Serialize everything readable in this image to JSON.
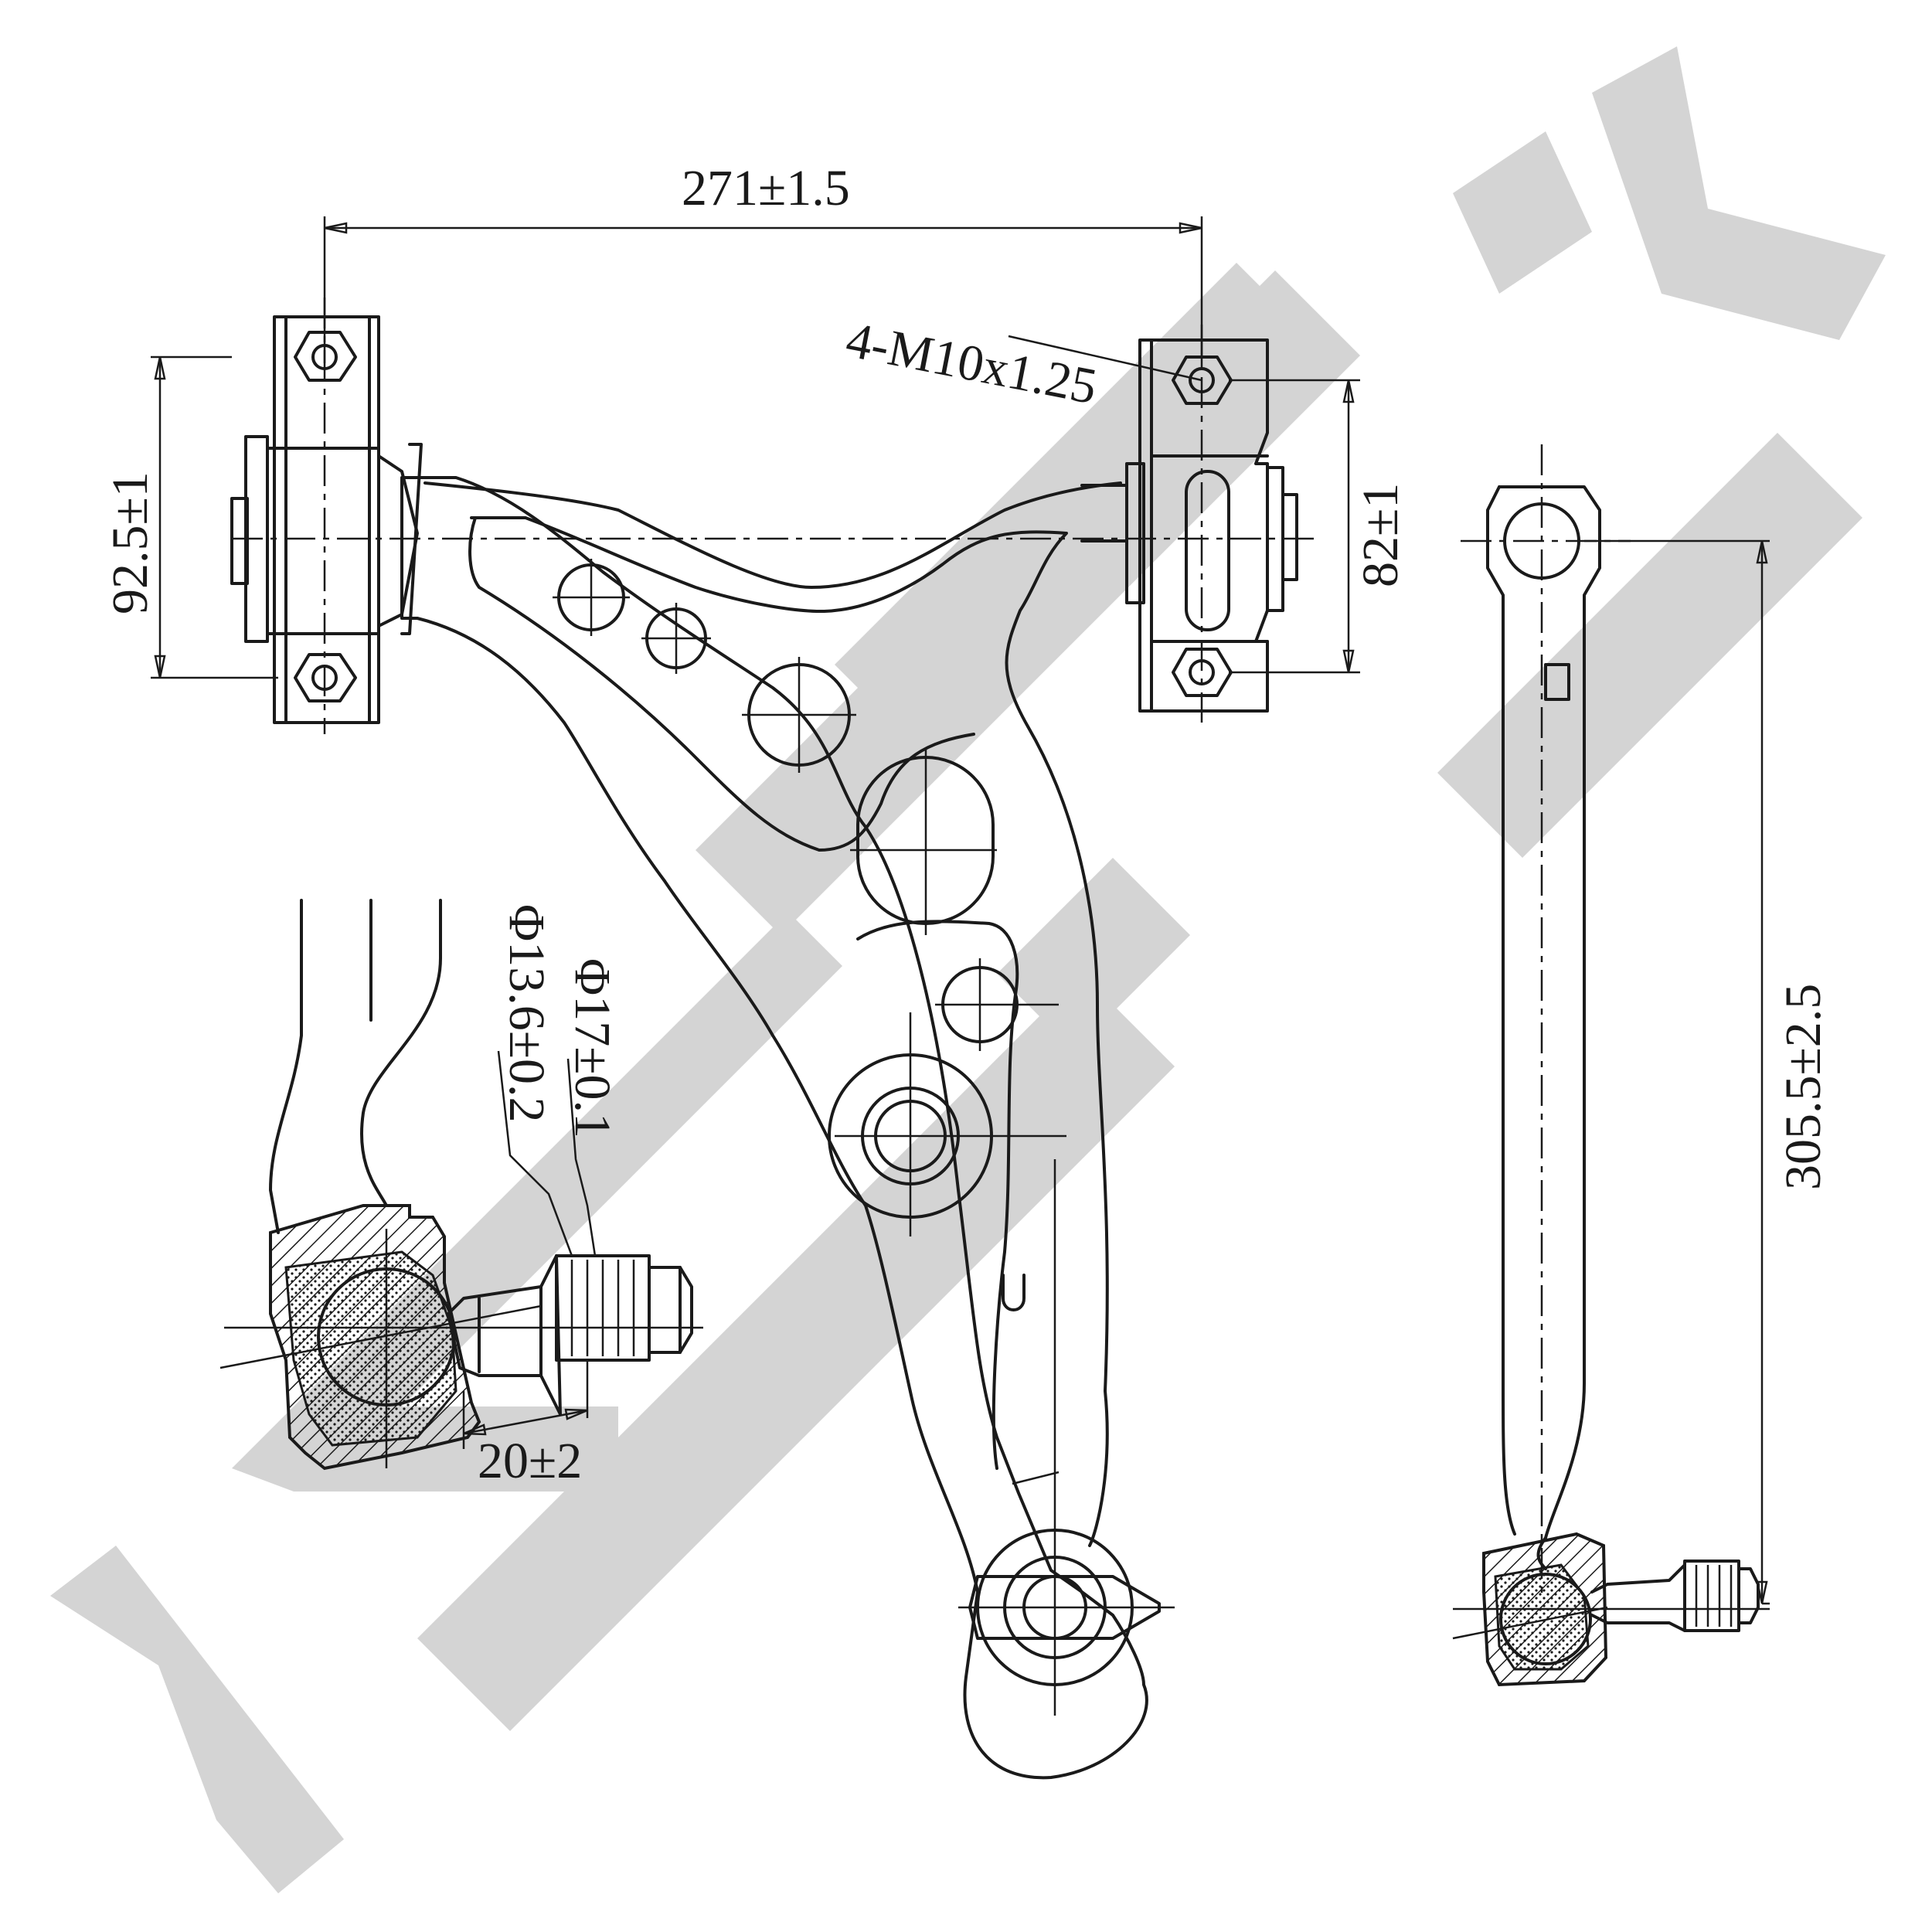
{
  "watermark": {
    "brand_color": "#d4d4d4",
    "description_icon": "brand-logo-watermark"
  },
  "dimensions": {
    "pivot_spacing": "271±1.5",
    "front_bushing_height": "92.5±1",
    "thread_callout": "4-M10x1.25",
    "rear_bushing_height": "82±1",
    "overall_length": "305.5±2.5",
    "stud_major_diameter": "Φ17±0.1",
    "stud_minor_diameter": "Φ13.6±0.2",
    "stud_length": "20±2"
  },
  "colors": {
    "line": "#1a1a1a",
    "background": "#ffffff"
  }
}
